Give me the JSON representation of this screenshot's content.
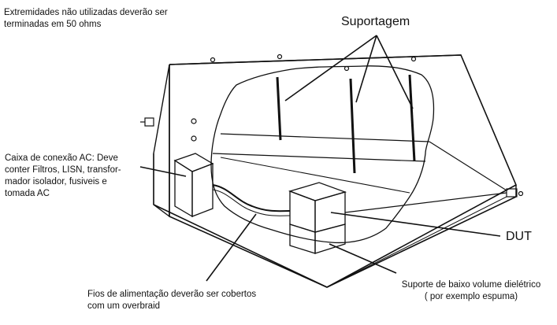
{
  "labels": {
    "termination_note": "Extremidades não utilizadas deverão ser\nterminadas em 50 ohms",
    "supports": "Suportagem",
    "ac_box": "Caixa de conexão AC: Deve\nconter Filtros, LISN, transfor-\nmador isolador, fusiveis e\ntomada AC",
    "dut": "DUT",
    "power_wires": "Fios de alimentação deverão ser cobertos\ncom um overbraid",
    "dielectric_support": "Suporte de baixo volume dielétrico\n( por exemplo espuma)"
  }
}
